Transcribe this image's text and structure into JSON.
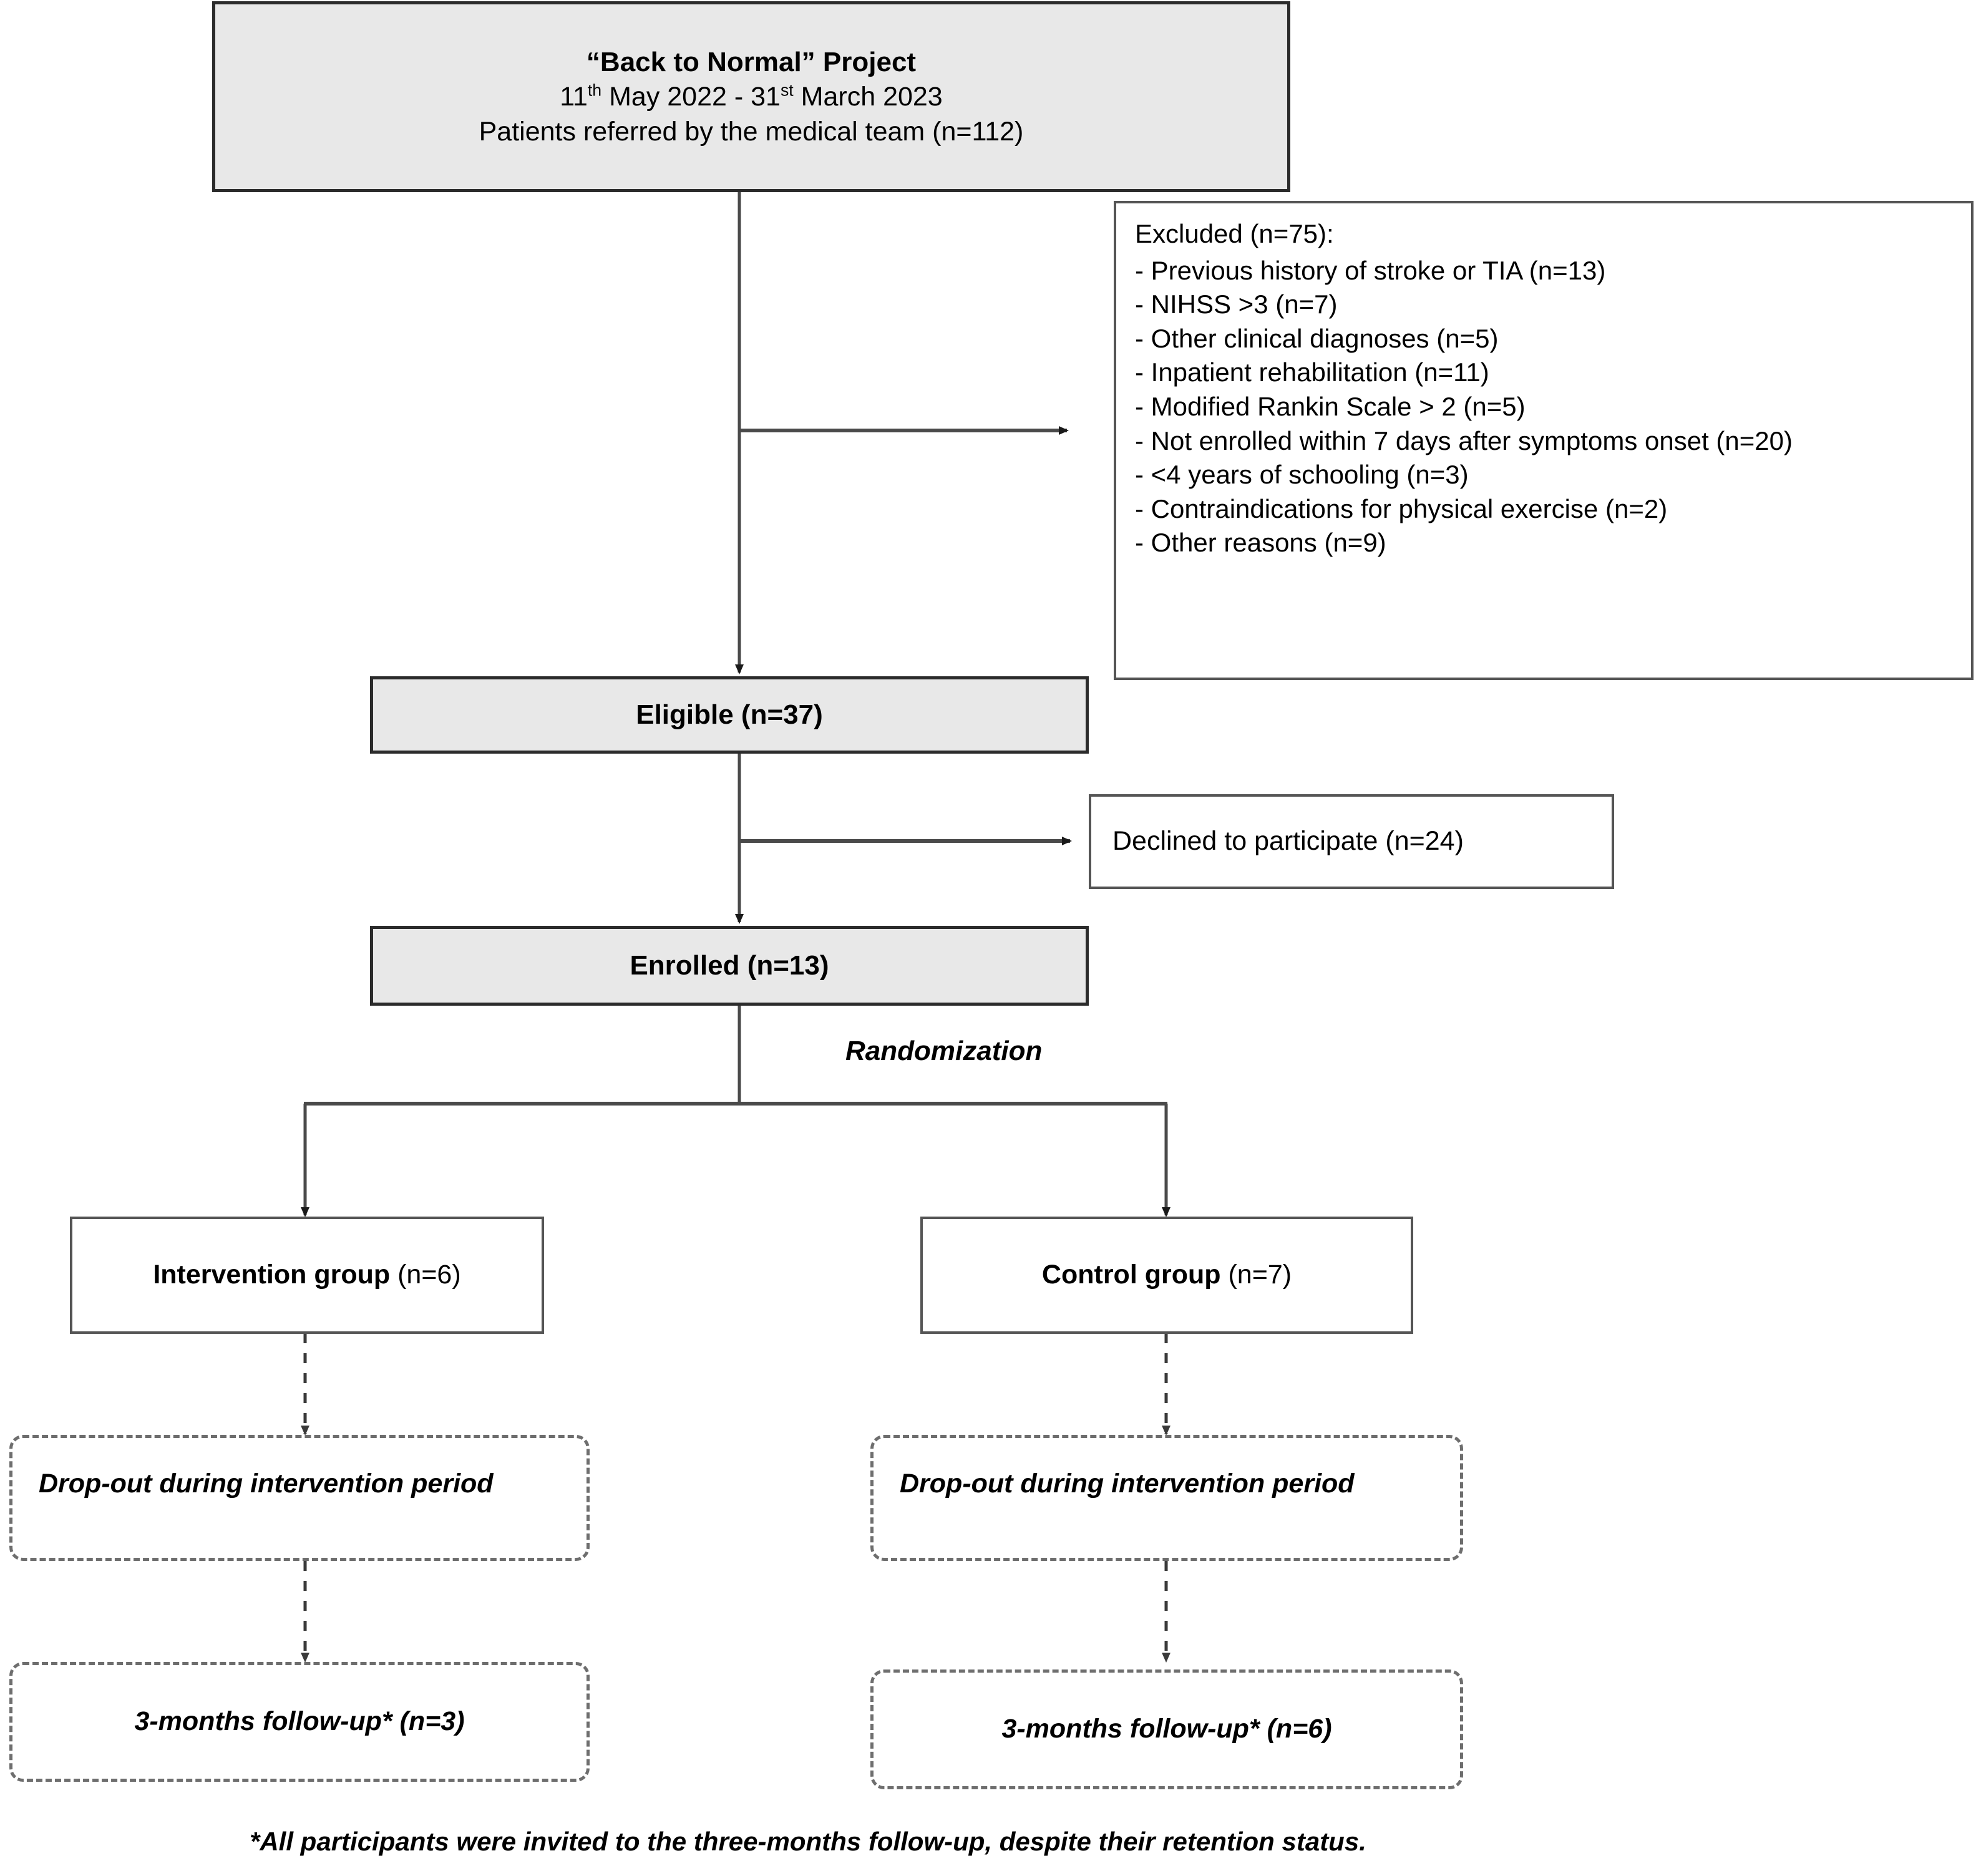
{
  "figure": {
    "type": "consort-flow-diagram",
    "colors": {
      "shaded_fill": "#e8e8e8",
      "box_border_dark": "#2b2b2b",
      "box_border_gray": "#555555",
      "dashed_border": "#6e6e6e",
      "text": "#000000",
      "background": "#ffffff"
    }
  },
  "header_box": {
    "title": "“Back to Normal” Project",
    "dates_prefix": "11",
    "dates_sup1": "th",
    "dates_mid": " May 2022 - 31",
    "dates_sup2": "st",
    "dates_suffix": " March 2023",
    "referred": "Patients referred by the medical team (n=112)"
  },
  "excluded_box": {
    "heading": "Excluded (n=75):",
    "items": [
      "- Previous history of stroke or TIA (n=13)",
      "- NIHSS >3 (n=7)",
      "- Other clinical diagnoses (n=5)",
      "- Inpatient rehabilitation (n=11)",
      "- Modified Rankin Scale > 2 (n=5)",
      "- Not enrolled within 7 days after symptoms onset (n=20)",
      "- <4 years of schooling (n=3)",
      "- Contraindications for physical exercise (n=2)",
      "- Other reasons (n=9)"
    ]
  },
  "eligible_box": {
    "label": "Eligible (n=37)"
  },
  "declined_box": {
    "label": "Declined to participate (n=24)"
  },
  "enrolled_box": {
    "label": "Enrolled (n=13)"
  },
  "randomization_label": "Randomization",
  "intervention_group": {
    "name": "Intervention group",
    "count": " (n=6)"
  },
  "control_group": {
    "name": "Control group",
    "count": " (n=7)"
  },
  "dropout_left": {
    "label": "Drop-out during intervention period"
  },
  "dropout_right": {
    "label": "Drop-out during intervention period"
  },
  "followup_left": {
    "label": "3-months follow-up* (n=3)"
  },
  "followup_right": {
    "label": "3-months follow-up* (n=6)"
  },
  "footnote": "*All participants were invited to the three-months follow-up, despite their retention status."
}
